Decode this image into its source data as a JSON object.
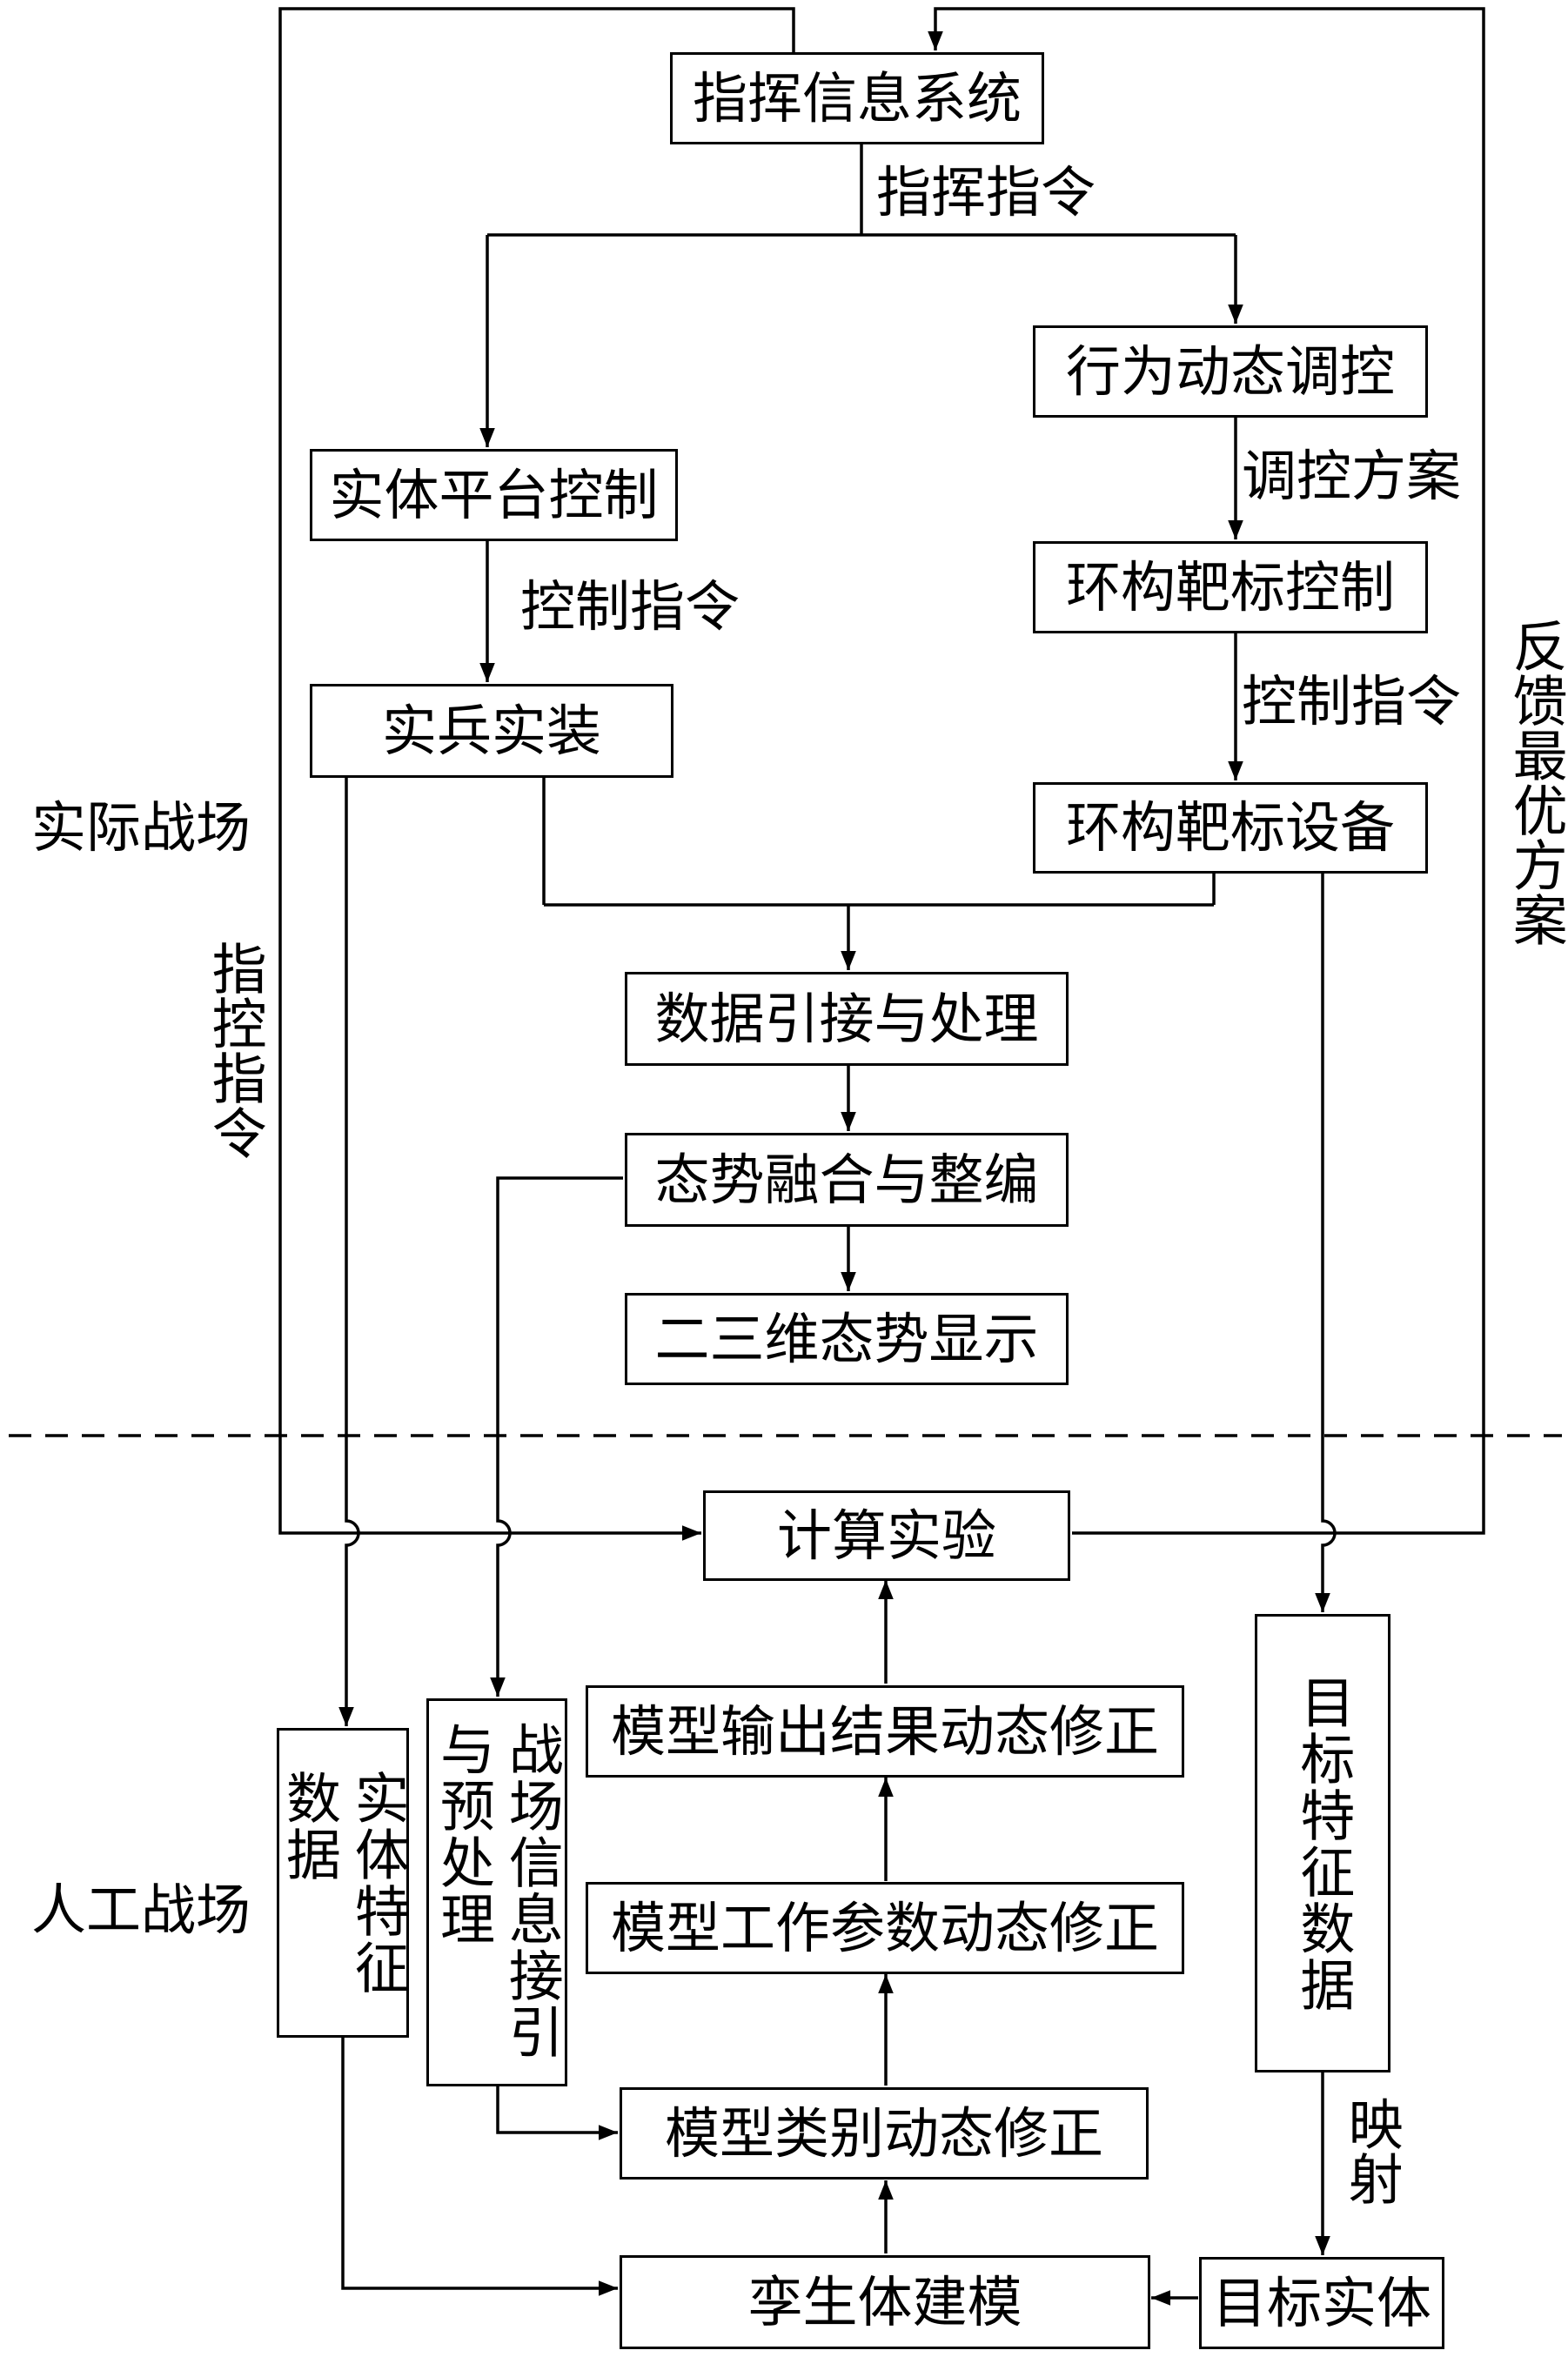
{
  "nodes": {
    "command_system": "指挥信息系统",
    "behavior_control": "行为动态调控",
    "entity_platform": "实体平台控制",
    "target_control": "环构靶标控制",
    "real_equipment": "实兵实装",
    "target_device": "环构靶标设备",
    "data_access": "数据引接与处理",
    "situation_fusion": "态势融合与整编",
    "situation_display": "二三维态势显示",
    "computing_experiment": "计算实验",
    "model_output": "模型输出结果动态修正",
    "model_params": "模型工作参数动态修正",
    "model_category": "模型类别动态修正",
    "twin_modeling": "孪生体建模",
    "target_entity": "目标实体",
    "entity_feature": "实体特征数据",
    "battlefield_info": "战场信息接引与预处理",
    "target_feature": "目标特征数据"
  },
  "edge_labels": {
    "command_instruction": "指挥指令",
    "control_plan": "调控方案",
    "control_instruction_left": "控制指令",
    "control_instruction_right": "控制指令",
    "mapping": "映射",
    "directive_instruction": "指控指令",
    "feedback": "反馈最优方案"
  },
  "regions": {
    "actual": "实际战场",
    "artificial": "人工战场"
  }
}
